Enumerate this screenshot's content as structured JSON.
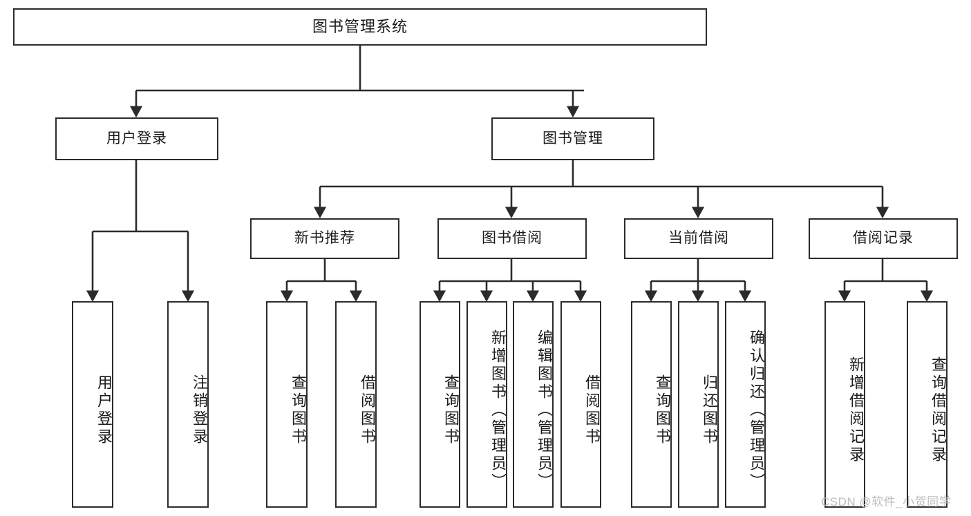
{
  "diagram": {
    "type": "tree",
    "title": "图书管理系统",
    "orientation": "top-down",
    "colors": {
      "box_border": "#2b2b2b",
      "box_fill": "#ffffff",
      "connector": "#2b2b2b",
      "text": "#1a1a1a",
      "watermark": "#bdbdbd",
      "background": "#ffffff"
    },
    "root": {
      "id": "root",
      "label": "图书管理系统"
    },
    "level1": [
      {
        "id": "user-login",
        "label": "用户登录"
      },
      {
        "id": "book-manage",
        "label": "图书管理"
      }
    ],
    "level2": [
      {
        "id": "new-book-recommend",
        "label": "新书推荐",
        "parent": "book-manage"
      },
      {
        "id": "book-borrow",
        "label": "图书借阅",
        "parent": "book-manage"
      },
      {
        "id": "current-borrow",
        "label": "当前借阅",
        "parent": "book-manage"
      },
      {
        "id": "borrow-record",
        "label": "借阅记录",
        "parent": "book-manage"
      }
    ],
    "leaves": [
      {
        "id": "leaf-user-login",
        "label": "用户登录",
        "parent": "user-login"
      },
      {
        "id": "leaf-user-logout",
        "label": "注销登录",
        "parent": "user-login"
      },
      {
        "id": "leaf-query-book-1",
        "label": "查询图书",
        "parent": "new-book-recommend"
      },
      {
        "id": "leaf-borrow-book-1",
        "label": "借阅图书",
        "parent": "new-book-recommend"
      },
      {
        "id": "leaf-query-book-2",
        "label": "查询图书",
        "parent": "book-borrow"
      },
      {
        "id": "leaf-add-book",
        "label": "新增图书（管理员）",
        "parent": "book-borrow"
      },
      {
        "id": "leaf-edit-book",
        "label": "编辑图书（管理员）",
        "parent": "book-borrow"
      },
      {
        "id": "leaf-borrow-book-2",
        "label": "借阅图书",
        "parent": "book-borrow"
      },
      {
        "id": "leaf-query-book-3",
        "label": "查询图书",
        "parent": "current-borrow"
      },
      {
        "id": "leaf-return-book",
        "label": "归还图书",
        "parent": "current-borrow"
      },
      {
        "id": "leaf-confirm-return",
        "label": "确认归还（管理员）",
        "parent": "current-borrow"
      },
      {
        "id": "leaf-add-record",
        "label": "新增借阅记录",
        "parent": "borrow-record"
      },
      {
        "id": "leaf-query-record",
        "label": "查询借阅记录",
        "parent": "borrow-record"
      }
    ]
  },
  "watermark": {
    "text": "CSDN @软件_小贺同学"
  }
}
